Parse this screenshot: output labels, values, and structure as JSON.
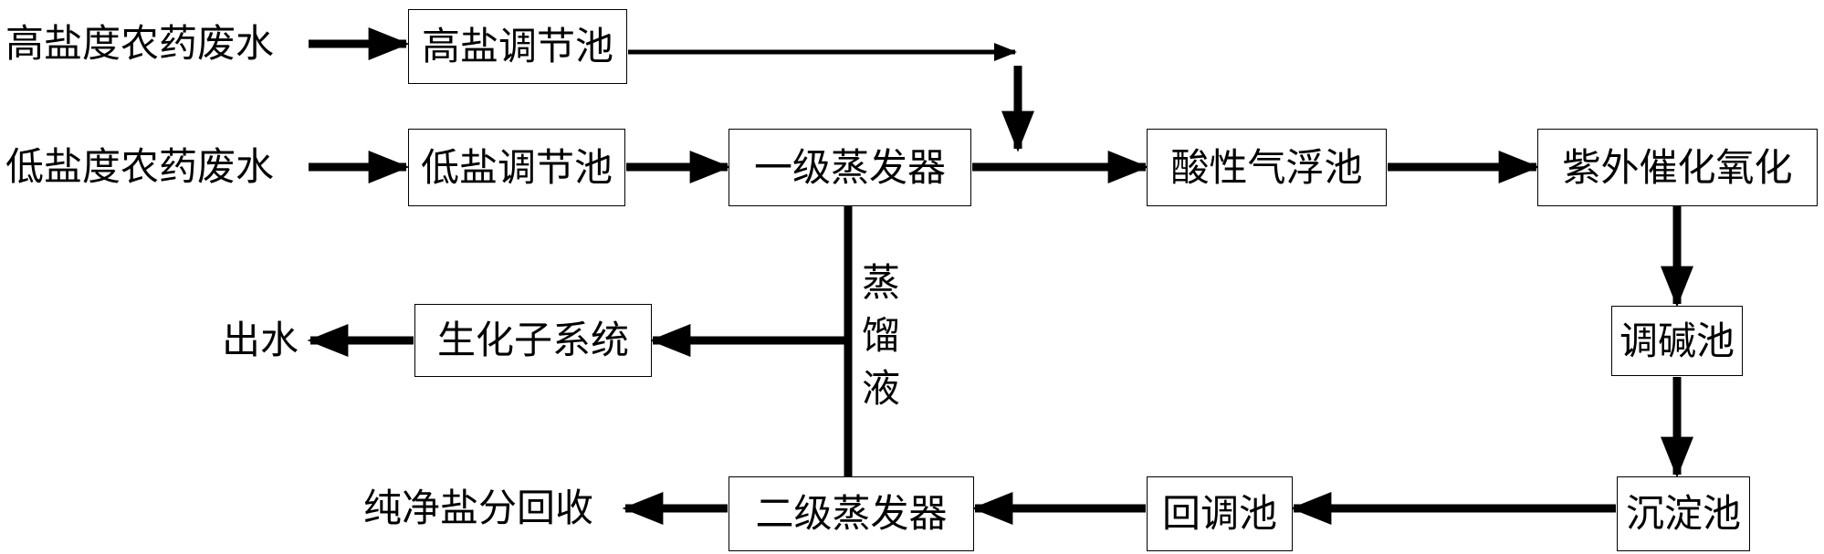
{
  "inputs": {
    "high_salt_wastewater": "高盐度农药废水",
    "low_salt_wastewater": "低盐度农药废水"
  },
  "boxes": {
    "high_salt_tank": "高盐调节池",
    "low_salt_tank": "低盐调节池",
    "first_evaporator": "一级蒸发器",
    "acid_flotation": "酸性气浮池",
    "uv_catalytic_oxidation": "紫外催化氧化",
    "alkali_adjust_tank": "调碱池",
    "sedimentation_tank": "沉淀池",
    "readjust_tank": "回调池",
    "second_evaporator": "二级蒸发器",
    "biochemical_subsystem": "生化子系统"
  },
  "outputs": {
    "effluent": "出水",
    "pure_salt_recovery": "纯净盐分回收"
  },
  "distillate_label": [
    "蒸",
    "馏",
    "液"
  ],
  "colors": {
    "line": "#000000",
    "box_border": "#000000",
    "background": "#ffffff"
  }
}
